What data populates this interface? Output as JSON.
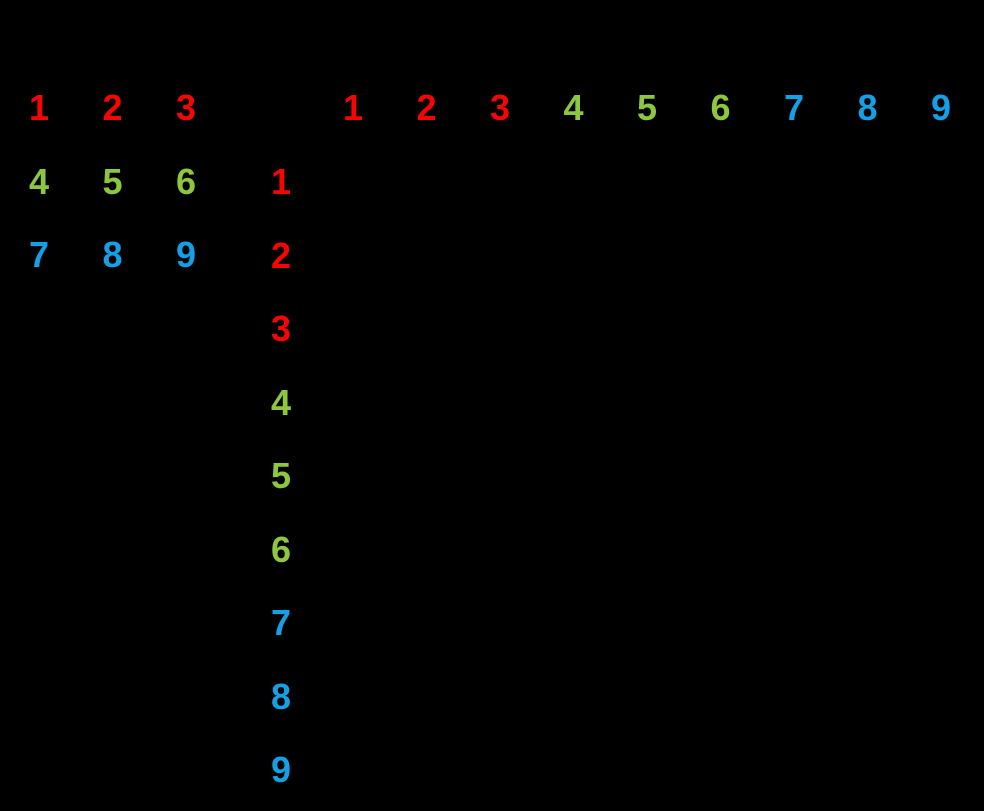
{
  "screen": {
    "background": "#000000"
  },
  "palette": {
    "red": "#f70505",
    "green": "#8dc63f",
    "blue": "#14a0e6"
  },
  "digit_color_map": {
    "1": "red",
    "2": "red",
    "3": "red",
    "4": "green",
    "5": "green",
    "6": "green",
    "7": "blue",
    "8": "blue",
    "9": "blue"
  },
  "keypad": {
    "rows": [
      [
        "1",
        "2",
        "3"
      ],
      [
        "4",
        "5",
        "6"
      ],
      [
        "7",
        "8",
        "9"
      ]
    ]
  },
  "grid": {
    "column_headers": [
      "1",
      "2",
      "3",
      "4",
      "5",
      "6",
      "7",
      "8",
      "9"
    ],
    "row_headers": [
      "1",
      "2",
      "3",
      "4",
      "5",
      "6",
      "7",
      "8",
      "9"
    ]
  }
}
